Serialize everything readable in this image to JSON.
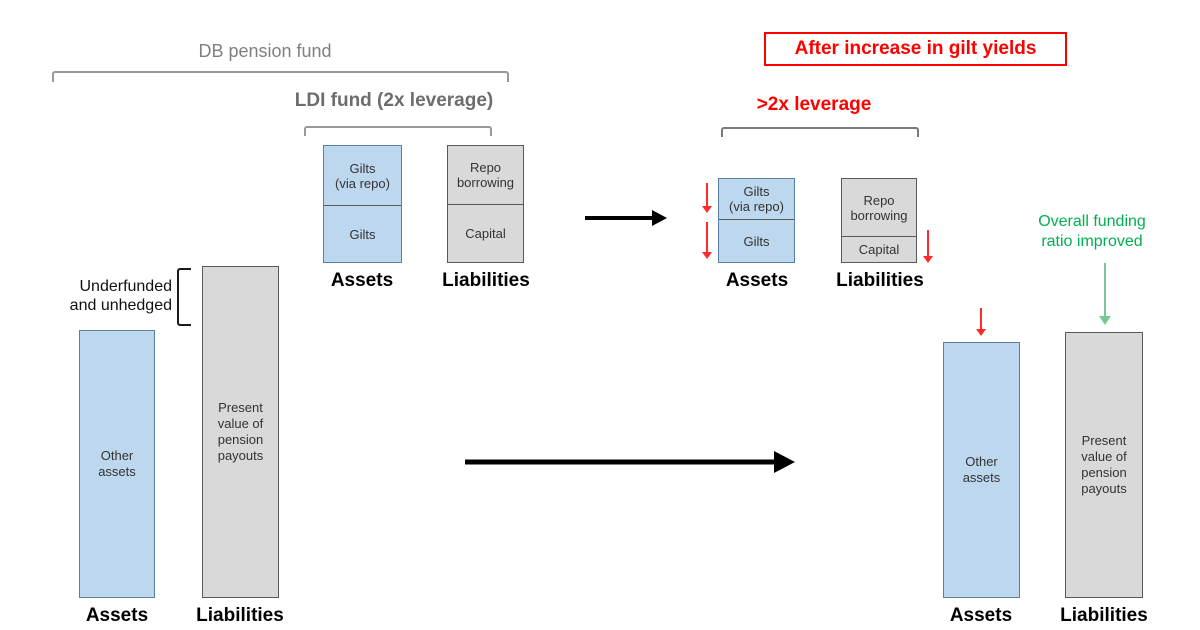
{
  "titles": {
    "db_fund": "DB pension fund",
    "ldi_fund": "LDI fund (2x leverage)"
  },
  "after_group": {
    "title": "After increase in gilt yields",
    "leverage": ">2x leverage",
    "funding_note": "Overall funding\nratio improved"
  },
  "annotations": {
    "underfunded": "Underfunded\nand unhedged"
  },
  "axis_labels": {
    "assets": "Assets",
    "liabilities": "Liabilities"
  },
  "bars": {
    "ldi_assets": {
      "top": "Gilts\n(via repo)",
      "bottom": "Gilts"
    },
    "ldi_liabilities": {
      "top": "Repo\nborrowing",
      "bottom": "Capital"
    },
    "pension_assets": "Other\nassets",
    "pension_liabilities": "Present\nvalue of\npension\npayouts"
  },
  "colors": {
    "asset_fill": "#bdd7ee",
    "asset_border": "#5a7fa0",
    "liability_fill": "#d9d9d9",
    "liability_border": "#595959",
    "accent_red": "#ff0000",
    "accent_green": "#00b050",
    "title_gray": "#808080"
  }
}
